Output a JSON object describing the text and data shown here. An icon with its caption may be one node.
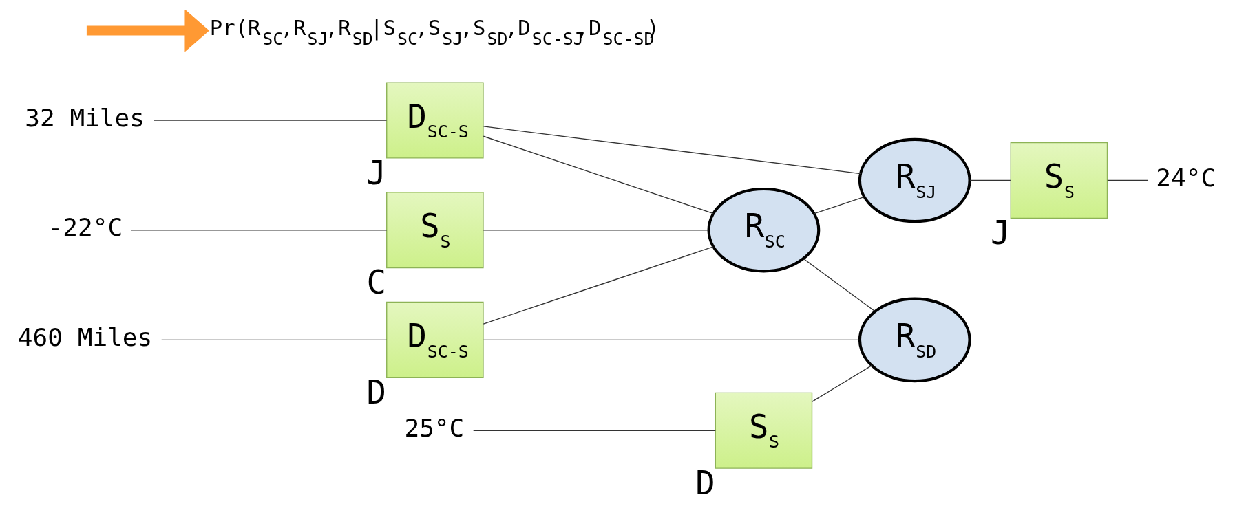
{
  "diagram": {
    "nodes": [
      {
        "text": [
          "-22°C"
        ]
      },
      {
        "text": [
          "S$_{S}$"
        ],
        "beside": [
          "C"
        ]
      },
      {
        "text": [
          "R$_{SC}$"
        ]
      },
      {
        "text": [
          "32 Miles"
        ]
      },
      {
        "text": [
          "D$_{SC-S}$"
        ],
        "beside": [
          "J"
        ]
      },
      {
        "text": [
          "R$_{SJ}$"
        ]
      },
      {
        "text": [
          "S$_{S}$"
        ],
        "beside": [
          "J"
        ]
      },
      {
        "text": [
          "24°C"
        ]
      },
      {
        "text": [
          "460 Miles"
        ]
      },
      {
        "text": [
          "D$_{SC-S}$"
        ],
        "beside": [
          "D"
        ]
      },
      {
        "text": [
          "25°C"
        ]
      },
      {
        "text": [
          "S$_{S}$"
        ],
        "beside": [
          "D"
        ]
      },
      {
        "text": [
          "R$_{SD}$"
        ]
      },
      {
        "text": [
          "Pr(R$_{SC}$,R$_{SJ}$,R$_{SD}$|S$_{SC}$,S$_{SJ}$,S$_{SD}$,D$_{SC-SJ}$,D$_{SC-SD}$)"
        ]
      }
    ],
    "edges": [
      {
        "from": 0,
        "to": 1,
        "arrow": "none"
      },
      {
        "from": 1,
        "to": 2,
        "arrow": "none"
      },
      {
        "from": 2,
        "to": 5,
        "arrow": "none"
      },
      {
        "from": 3,
        "to": 4,
        "arrow": "none"
      },
      {
        "from": 4,
        "to": 2,
        "arrow": "none"
      },
      {
        "from": 4,
        "to": 5,
        "arrow": "none"
      },
      {
        "from": 5,
        "to": 6,
        "arrow": "none"
      },
      {
        "from": 6,
        "to": 7,
        "arrow": "none"
      },
      {
        "from": 2,
        "to": 12,
        "arrow": "none"
      },
      {
        "from": 8,
        "to": 9,
        "arrow": "none"
      },
      {
        "from": 9,
        "to": 2,
        "arrow": "none"
      },
      {
        "from": 9,
        "to": 12,
        "arrow": "none"
      },
      {
        "from": 10,
        "to": 11,
        "arrow": "none"
      },
      {
        "from": 11,
        "to": 12,
        "arrow": "none"
      },
      {
        "from": null,
        "to": 13,
        "arrow": "to",
        "style": "thick",
        "color": "#ff9933"
      }
    ]
  }
}
